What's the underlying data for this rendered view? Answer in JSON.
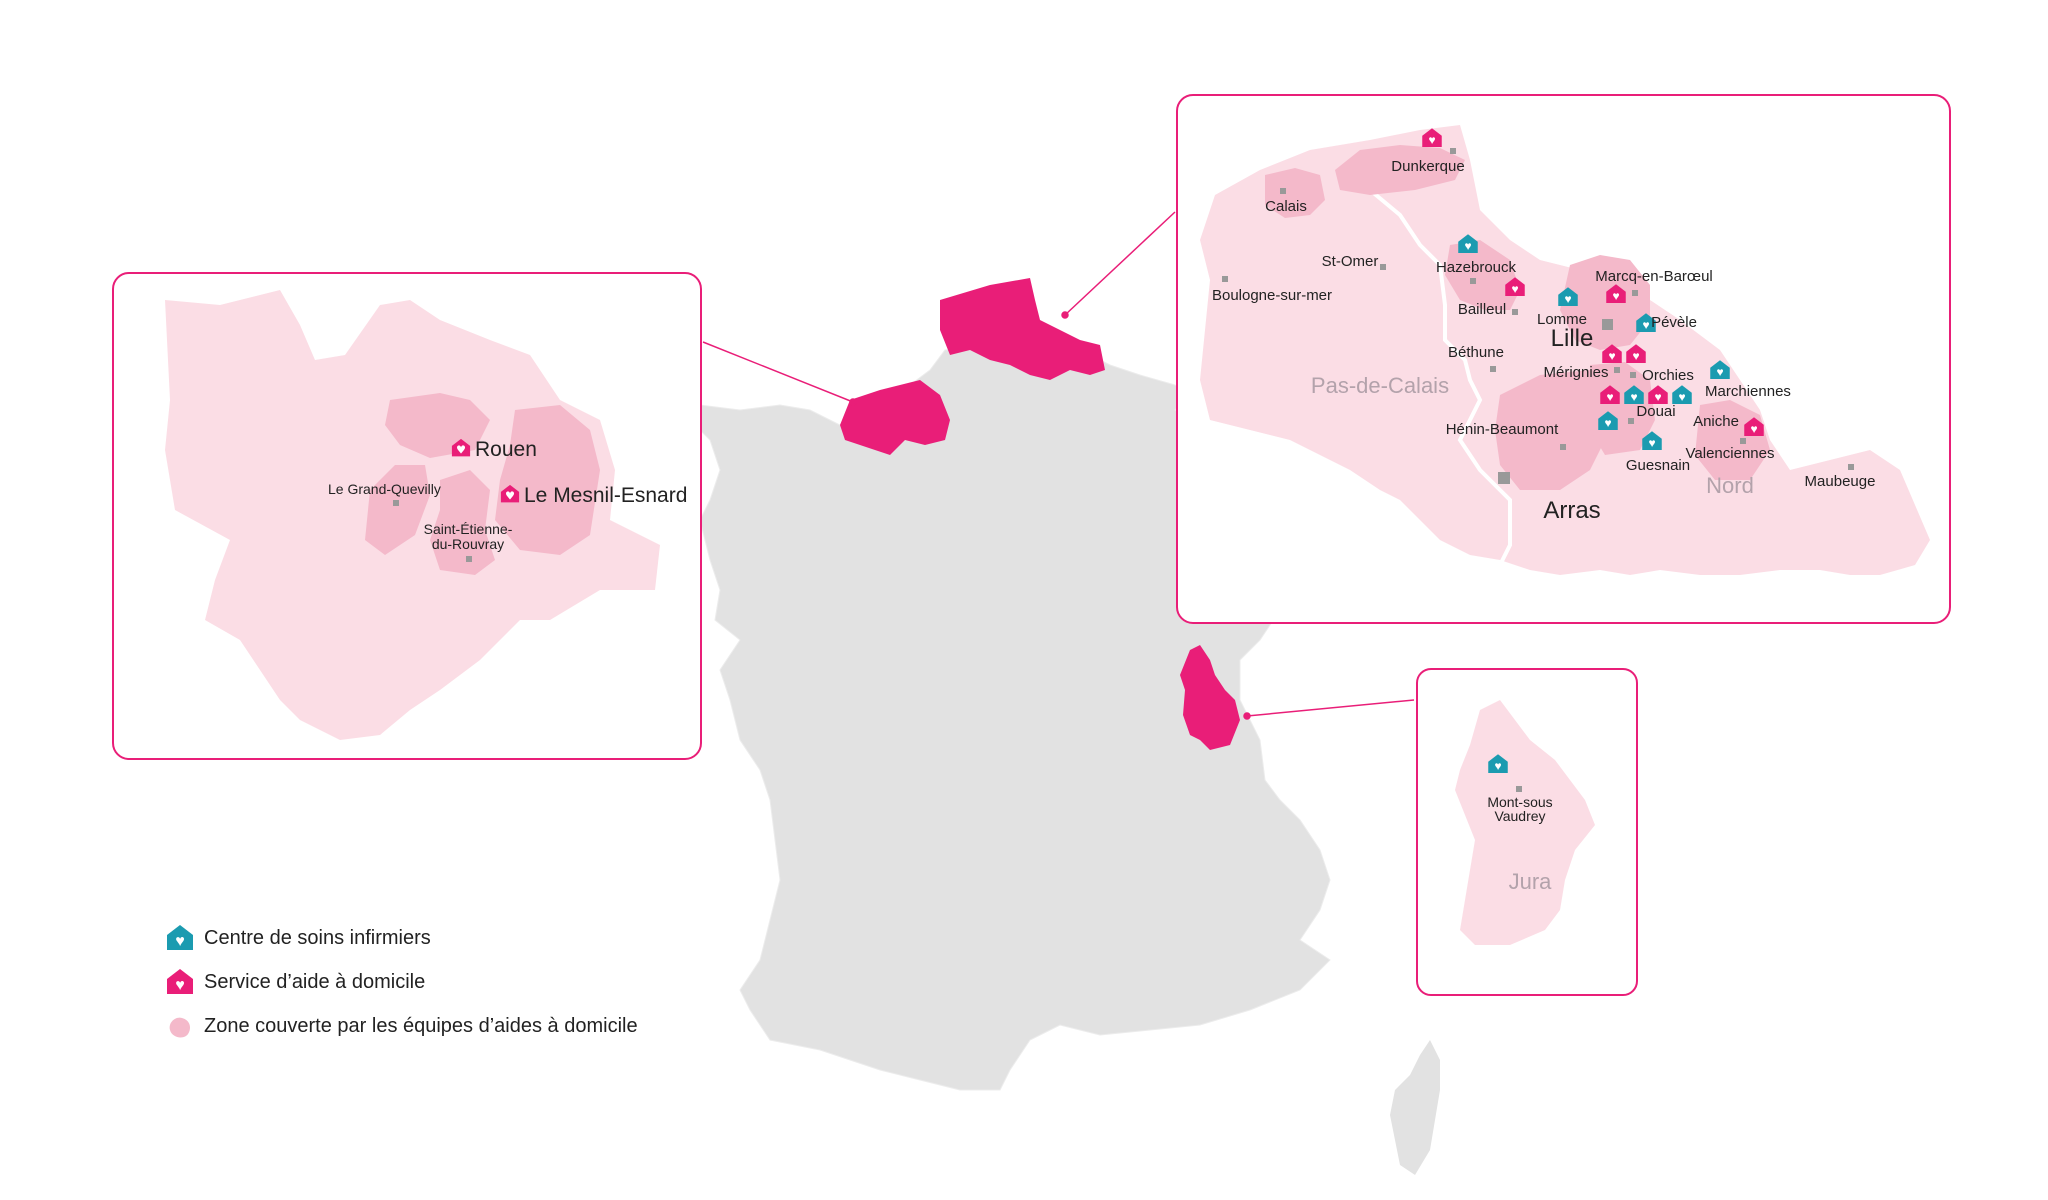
{
  "colors": {
    "highlight": "#e91e78",
    "nurse": "#1b9bb0",
    "homehelp": "#e91e78",
    "zone": "#f4b9ca",
    "zone_light": "#fbdde5",
    "france": "#e2e2e2",
    "frame": "#e91e78"
  },
  "icons": {
    "nurse": "house-heart-icon-teal",
    "homehelp": "house-heart-icon-pink",
    "zone": "blob-icon"
  },
  "legend": [
    {
      "icon": "nurse",
      "label": "Centre de soins infirmiers"
    },
    {
      "icon": "homehelp",
      "label": "Service d’aide à domicile"
    },
    {
      "icon": "zone",
      "label": "Zone couverte par les équipes d’aides à domicile"
    }
  ],
  "normandie": {
    "cities": [
      {
        "name": "Rouen",
        "icon": "homehelp"
      },
      {
        "name": "Le Mesnil-Esnard",
        "icon": "homehelp"
      },
      {
        "name": "Le Grand-Quevilly"
      },
      {
        "name": "Saint-Étienne-",
        "name2": "du-Rouvray"
      }
    ]
  },
  "nord": {
    "regions": [
      "Pas-de-Calais",
      "Nord"
    ],
    "cities": [
      {
        "name": "Dunkerque",
        "icon": "homehelp"
      },
      {
        "name": "Calais"
      },
      {
        "name": "St-Omer"
      },
      {
        "name": "Boulogne-sur-mer"
      },
      {
        "name": "Hazebrouck",
        "icon": "nurse"
      },
      {
        "name": "Bailleul",
        "icon": "homehelp"
      },
      {
        "name": "Marcq-en-Barœul",
        "icon": "homehelp"
      },
      {
        "name": "Lomme",
        "icon": "nurse"
      },
      {
        "name": "Pévèle",
        "icon": "nurse"
      },
      {
        "name": "Lille"
      },
      {
        "name": "Béthune"
      },
      {
        "name": "Mérignies",
        "icon": "homehelp"
      },
      {
        "name": "Orchies",
        "icon": "homehelp"
      },
      {
        "name": "Marchiennes",
        "icon": "nurse"
      },
      {
        "name": "Douai",
        "icon": "nurse"
      },
      {
        "name": "Hénin-Beaumont",
        "icon": "nurse"
      },
      {
        "name": "Aniche",
        "icon": "homehelp"
      },
      {
        "name": "Valenciennes"
      },
      {
        "name": "Guesnain",
        "icon": "nurse"
      },
      {
        "name": "Maubeuge"
      },
      {
        "name": "Arras"
      }
    ]
  },
  "jura": {
    "region": "Jura",
    "cities": [
      {
        "name": "Mont-sous",
        "name2": "Vaudrey",
        "icon": "nurse"
      }
    ]
  }
}
